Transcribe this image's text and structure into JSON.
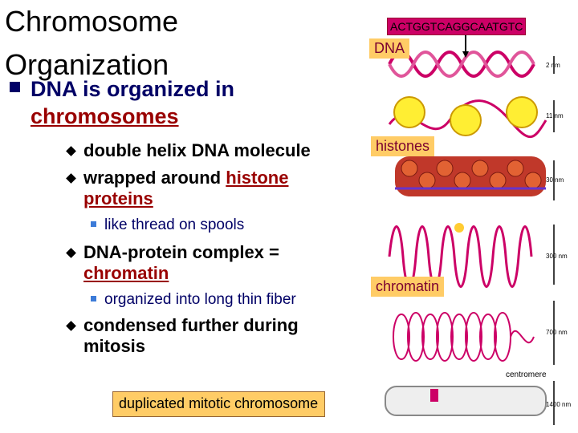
{
  "slide": {
    "title_line1": "Chromosome",
    "title_line2": "Organization",
    "main_bullet_line1": "DNA is organized in",
    "main_bullet_line2": "chromosomes",
    "sub1": "double helix DNA molecule",
    "sub2_prefix": "wrapped around ",
    "sub2_link1": "histone",
    "sub2_link2": "proteins",
    "subsub1": "like thread on spools",
    "sub3_line1": "DNA-protein complex =",
    "sub3_link": "chromatin",
    "subsub2": "organized into long thin fiber",
    "sub4_line1": "condensed further during",
    "sub4_line2": "mitosis",
    "footer_label": "duplicated mitotic chromosome"
  },
  "figure": {
    "sequence": "ACTGGTCAGGCAATGTC",
    "label_dna": "DNA",
    "label_histones": "histones",
    "label_chromatin": "chromatin",
    "label_centromere": "centromere",
    "scale_2nm": "2 nm",
    "scale_11nm": "11 nm",
    "scale_30nm": "30 nm",
    "scale_300nm": "300 nm",
    "scale_700nm": "700 nm",
    "scale_1400nm": "1400 nm"
  },
  "colors": {
    "heading": "#000066",
    "underline_term": "#990000",
    "label_bg": "#ffcc66",
    "dna": "#cc0066",
    "histone": "#ffee33"
  }
}
